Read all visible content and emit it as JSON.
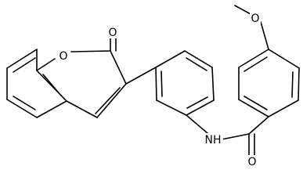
{
  "molecule": {
    "atoms": {
      "methoxy_o": "O",
      "ring_o": "O",
      "carbonyl_o_lactone": "O",
      "amide_nh": "NH",
      "carbonyl_o_amide": "O"
    }
  },
  "colors": {
    "bond": "#000000",
    "background": "#ffffff"
  }
}
